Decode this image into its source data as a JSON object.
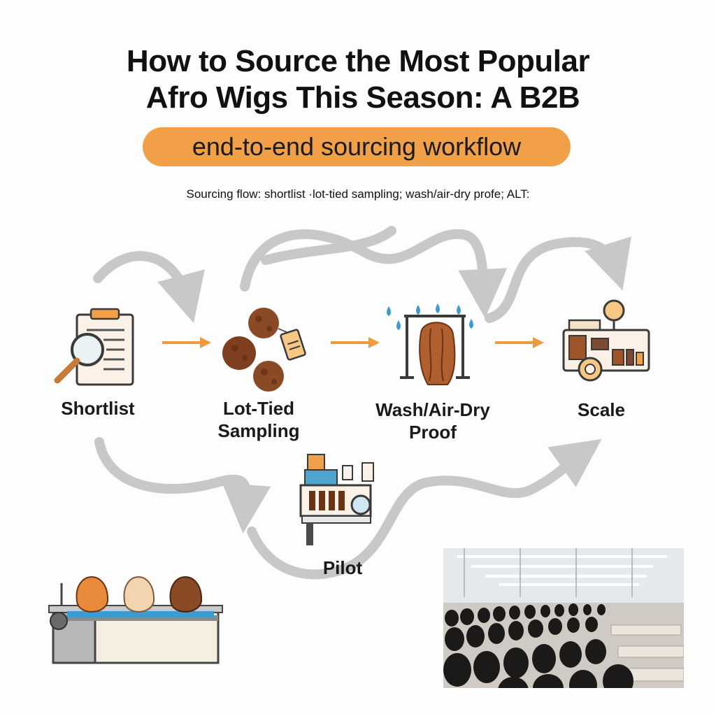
{
  "title": {
    "line1": "How to Source the Most Popular",
    "line2": "Afro Wigs This Season: A B2B"
  },
  "subtitle_pill": "end-to-end sourcing workflow",
  "caption": "Sourcing flow: shortlist ·lot-tied sampling; wash/air-dry profe; ALT:",
  "steps": [
    {
      "label": "Shortlist",
      "icon": "clipboard-magnifier-icon"
    },
    {
      "label": "Lot-Tied\nSampling",
      "icon": "hair-samples-tag-icon"
    },
    {
      "label": "Wash/Air-Dry\nProof",
      "icon": "wig-drying-rack-icon"
    },
    {
      "label": "Scale",
      "icon": "production-machine-icon"
    },
    {
      "label": "Pilot",
      "icon": "wig-machine-icon"
    }
  ],
  "colors": {
    "accent": "#f2a048",
    "arrow": "#ee9a3e",
    "flow": "#c8c8c8",
    "hair": "#8a4a26"
  }
}
